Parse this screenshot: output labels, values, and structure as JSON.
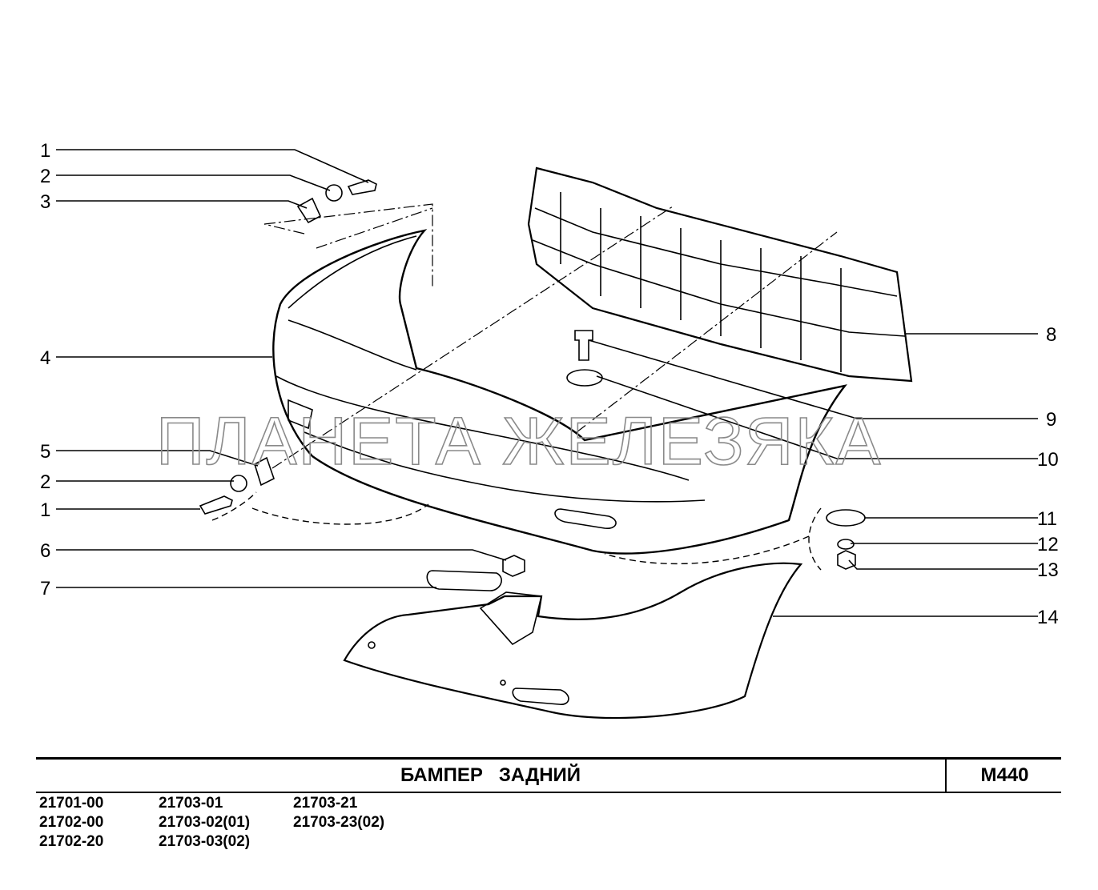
{
  "diagram": {
    "callouts_left": [
      "1",
      "2",
      "3",
      "4",
      "5",
      "2",
      "1",
      "6",
      "7"
    ],
    "callouts_right": [
      "8",
      "9",
      "10",
      "11",
      "12",
      "13",
      "14"
    ],
    "watermark": "ПЛАНЕТА ЖЕЛЕЗЯКА"
  },
  "footer": {
    "title": "БАМПЕР   ЗАДНИЙ",
    "code": "М440",
    "models": [
      "21701-00",
      "21703-01",
      "21703-21",
      "21702-00",
      "21703-02(01)",
      "21703-23(02)",
      "21702-20",
      "21703-03(02)",
      ""
    ]
  }
}
